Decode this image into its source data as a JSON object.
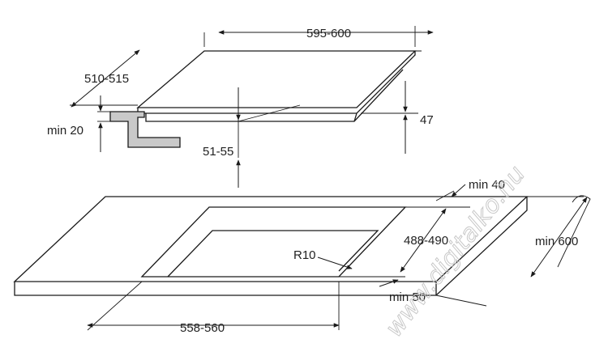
{
  "labels": {
    "hob_width": "595-600",
    "hob_depth": "510-515",
    "min_front": "min 20",
    "hob_height": "47",
    "mount_depth": "51-55",
    "min_side": "min 40",
    "cutout_depth": "488-490",
    "corner_radius": "R10",
    "min_wall": "min 600",
    "min_front_edge": "min 50",
    "cutout_width": "558-560"
  },
  "watermark": "www.digitalko.hu",
  "colors": {
    "line": "#1a1a1a",
    "bracket_fill": "#c9c9c9",
    "watermark": "#c8c8c8"
  }
}
